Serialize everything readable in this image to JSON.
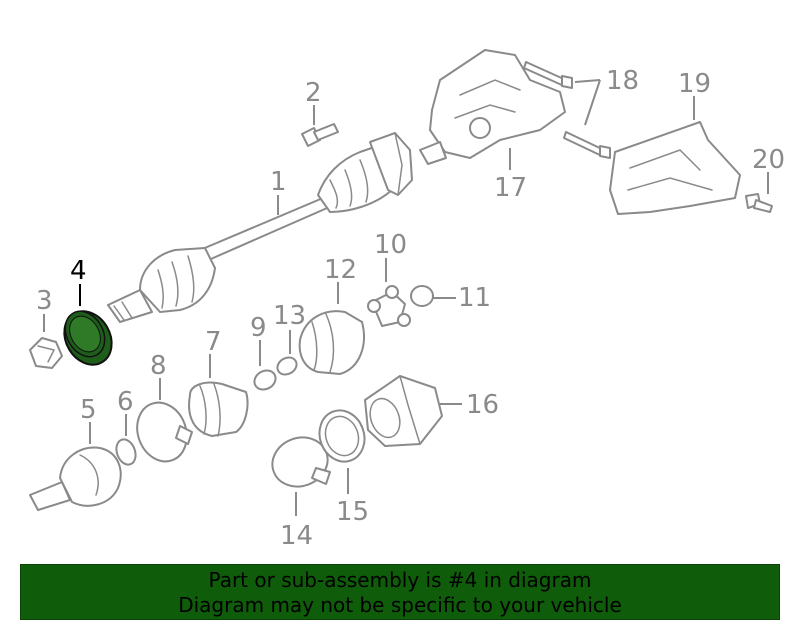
{
  "diagram": {
    "highlight_color": "#1f5e1a",
    "line_color": "#8a8a8a",
    "callouts": {
      "c1": "1",
      "c2": "2",
      "c3": "3",
      "c4": "4",
      "c5": "5",
      "c6": "6",
      "c7": "7",
      "c8": "8",
      "c9": "9",
      "c10": "10",
      "c11": "11",
      "c12": "12",
      "c13": "13",
      "c14": "14",
      "c15": "15",
      "c16": "16",
      "c17": "17",
      "c18": "18",
      "c19": "19",
      "c20": "20"
    }
  },
  "banner": {
    "line1": "Part or sub-assembly is #4 in diagram",
    "line2": "Diagram may not be specific to your vehicle",
    "background": "#0f5c0a"
  }
}
